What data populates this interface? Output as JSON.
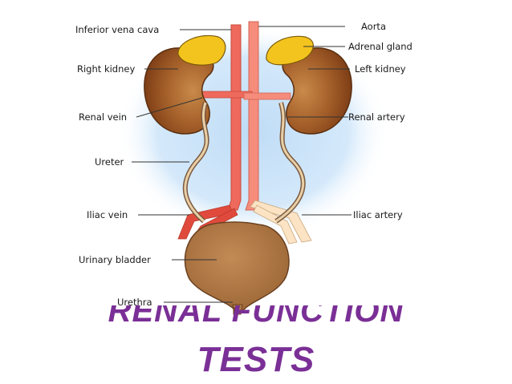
{
  "labels": {
    "inferior_vena_cava": "Inferior vena cava",
    "right_kidney": "Right kidney",
    "renal_vein": "Renal vein",
    "ureter": "Ureter",
    "iliac_vein": "Iliac vein",
    "urinary_bladder": "Urinary bladder",
    "urethra": "Urethra",
    "aorta": "Aorta",
    "adrenal_gland": "Adrenal gland",
    "left_kidney": "Left kidney",
    "renal_artery": "Renal artery",
    "iliac_artery": "Iliac artery"
  },
  "title": {
    "line1": "RENAL FUNCTION",
    "line2": "TESTS"
  },
  "colors": {
    "title": "#7a2f96",
    "kidney": "#a2622c",
    "vessel": "#f07a6c",
    "adrenal": "#f2c21c",
    "ureter": "#e8c9a0",
    "bladder": "#b07a45",
    "glow": "#bfdcf6"
  }
}
